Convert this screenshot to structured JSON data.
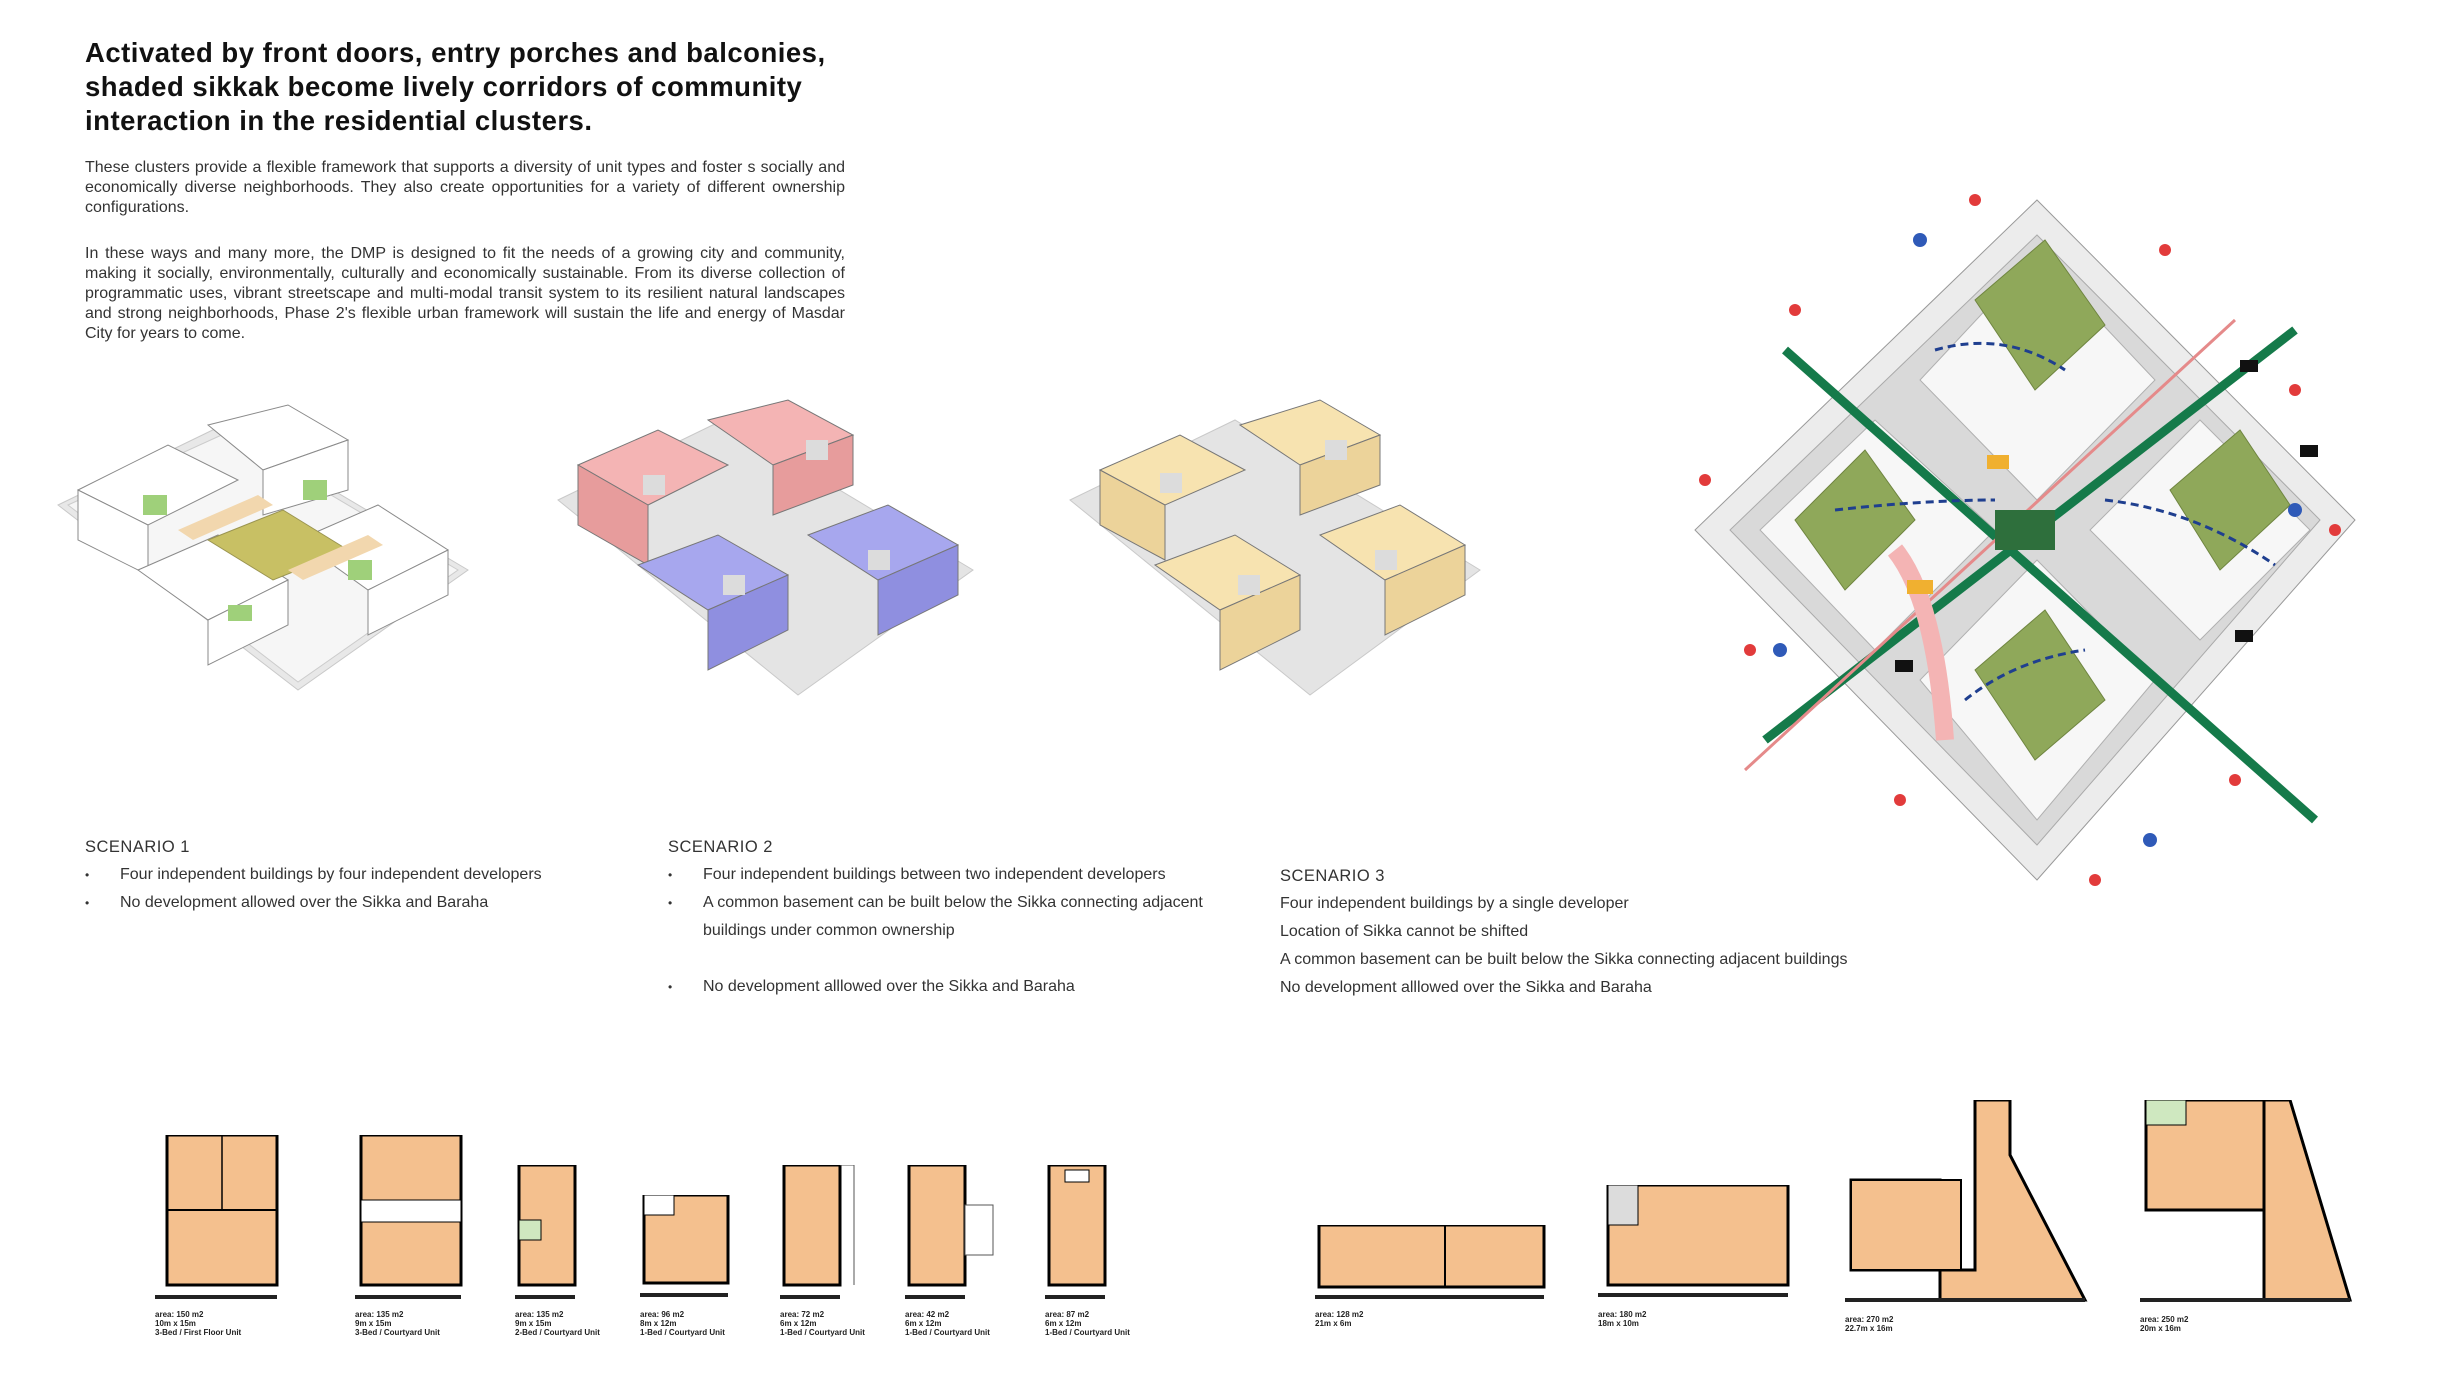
{
  "headline": "Activated by front doors, entry porches and balconies, shaded sikkak become lively corridors of community interaction in the residential clusters.",
  "paragraphs": [
    "These clusters provide a flexible framework that supports a diversity of unit types and foster s socially and economically diverse neighborhoods. They also create opportunities for a variety of different ownership configurations.",
    "In these ways and many more, the DMP is designed to fit the needs of a growing city and community, making it socially, environmentally, culturally and economically sustainable. From its diverse collection of programmatic uses, vibrant streetscape and multi-modal transit system to its resilient natural landscapes and strong neighborhoods, Phase 2's flexible urban framework will sustain the life and energy of Masdar City for years to come."
  ],
  "scenarios": [
    {
      "title": "SCENARIO 1",
      "items": [
        "Four independent buildings by four independent developers",
        "No development allowed over the Sikka and Baraha"
      ]
    },
    {
      "title": "SCENARIO 2",
      "items": [
        "Four independent buildings between two independent developers",
        "A common basement can be built below the Sikka connecting adjacent buildings  under common ownership",
        "No development alllowed over the Sikka and Baraha"
      ]
    },
    {
      "title": "SCENARIO 3",
      "lines": [
        "Four independent buildings by a single developer",
        "Location of Sikka cannot be shifted",
        "A common basement can be built below the Sikka connecting adjacent buildings",
        "No development alllowed over the Sikka and Baraha"
      ]
    }
  ],
  "units": [
    {
      "area": "area: 150 m2",
      "dims": "10m x 15m",
      "type": "3-Bed / First Floor Unit"
    },
    {
      "area": "area: 135 m2",
      "dims": "9m x 15m",
      "type": "3-Bed / Courtyard Unit"
    },
    {
      "area": "area: 135 m2",
      "dims": "9m x 15m",
      "type": "2-Bed / Courtyard Unit"
    },
    {
      "area": "area: 96 m2",
      "dims": "8m x 12m",
      "type": "1-Bed / Courtyard Unit"
    },
    {
      "area": "area: 72 m2",
      "dims": "6m x 12m",
      "type": "1-Bed / Courtyard Unit"
    },
    {
      "area": "area: 42 m2",
      "dims": "6m x 12m",
      "type": "1-Bed / Courtyard Unit"
    },
    {
      "area": "area: 87 m2",
      "dims": "6m x 12m",
      "type": "1-Bed / Courtyard Unit"
    },
    {
      "area": "area: 128 m2",
      "dims": "21m x 6m",
      "type": ""
    },
    {
      "area": "area: 180 m2",
      "dims": "18m x 10m",
      "type": ""
    },
    {
      "area": "area: 270 m2",
      "dims": "22.7m x 16m",
      "type": ""
    },
    {
      "area": "area: 250 m2",
      "dims": "20m x 16m",
      "type": ""
    }
  ],
  "colors": {
    "unit_fill": "#f4c08e",
    "scenario2_red": "#f4b4b4",
    "scenario2_blue": "#a7a7ee",
    "scenario3_tan": "#f7e3b0",
    "green": "#8fa85a",
    "path_blue": "#1f3f8f",
    "path_green": "#157a4a"
  }
}
